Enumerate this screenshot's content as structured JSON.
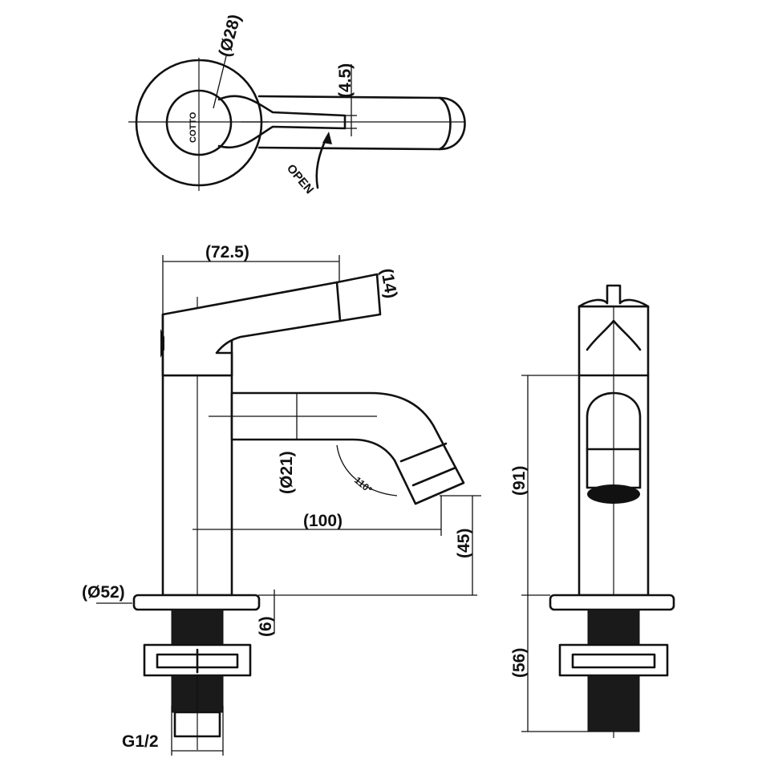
{
  "top_view": {
    "dim_base_diameter": "(Ø28)",
    "dim_handle_gap": "(4.5)",
    "label_open": "OPEN",
    "logo": "COTTO"
  },
  "side_view": {
    "dim_handle_length": "(72.5)",
    "dim_handle_thickness": "(14)",
    "dim_spout_diameter": "(Ø21)",
    "angle_spout": "110°",
    "dim_spout_reach": "(100)",
    "dim_spout_height": "(45)",
    "dim_flange_diameter": "(Ø52)",
    "dim_flange_thickness": "(6)",
    "thread_size": "G1/2"
  },
  "front_view": {
    "dim_body_height": "(91)",
    "dim_shank_length": "(56)"
  }
}
